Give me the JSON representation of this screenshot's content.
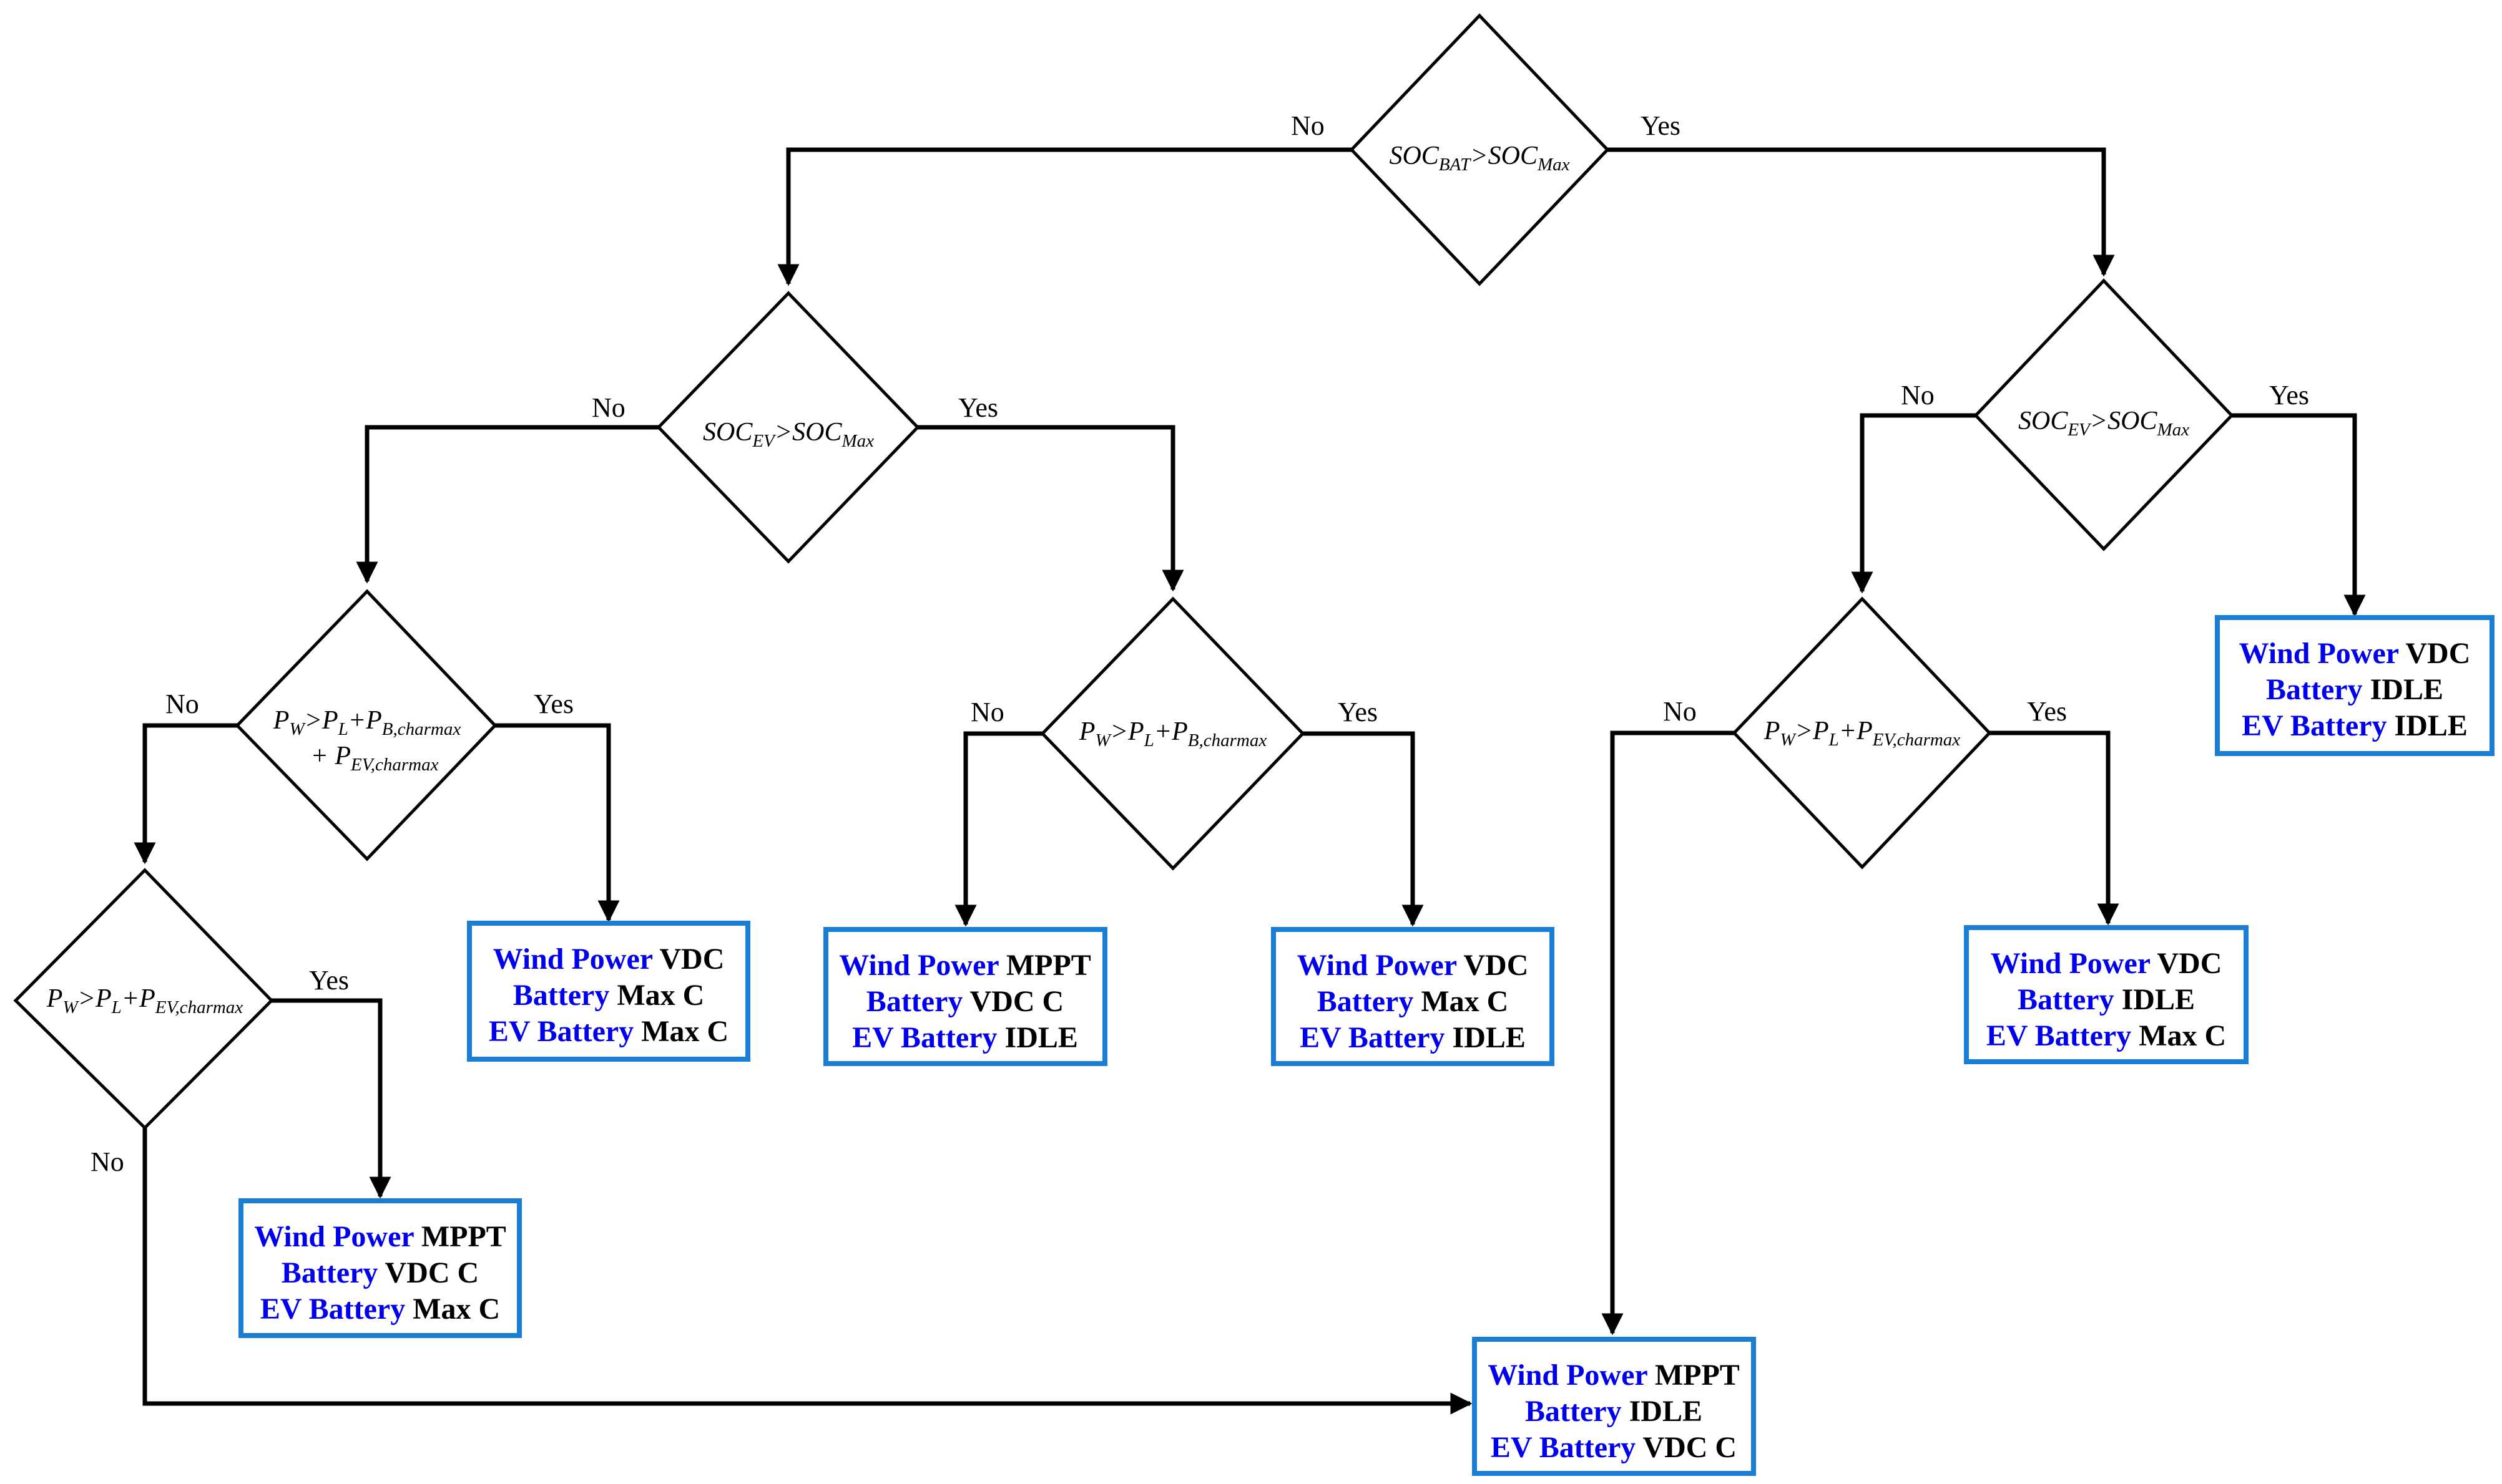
{
  "colors": {
    "key": "#0000ee",
    "value": "#000000",
    "box_border": "#1a7fd4",
    "line": "#000000"
  },
  "labels": {
    "no": "No",
    "yes": "Yes"
  },
  "decisions": {
    "d1": {
      "left": "SOC",
      "left_sub": "BAT",
      "op": ">",
      "right": "SOC",
      "right_sub": "Max"
    },
    "d2": {
      "left": "SOC",
      "left_sub": "EV",
      "op": ">",
      "right": "SOC",
      "right_sub": "Max"
    },
    "d3": {
      "left": "SOC",
      "left_sub": "EV",
      "op": ">",
      "right": "SOC",
      "right_sub": "Max"
    },
    "d4": {
      "p1": "P",
      "p1_sub": "W",
      "op": ">",
      "p2": "P",
      "p2_sub": "L",
      "plus": "+",
      "p3": "P",
      "p3_sub": "B,charmax",
      "line2_plus": "+ ",
      "p4": "P",
      "p4_sub": "EV,charmax"
    },
    "d5": {
      "p1": "P",
      "p1_sub": "W",
      "op": ">",
      "p2": "P",
      "p2_sub": "L",
      "plus": "+",
      "p3": "P",
      "p3_sub": "B,charmax"
    },
    "d6": {
      "p1": "P",
      "p1_sub": "W",
      "op": ">",
      "p2": "P",
      "p2_sub": "L",
      "plus": "+",
      "p3": "P",
      "p3_sub": "EV,charmax"
    },
    "d7": {
      "p1": "P",
      "p1_sub": "W",
      "op": ">",
      "p2": "P",
      "p2_sub": "L",
      "plus": "+",
      "p3": "P",
      "p3_sub": "EV,charmax"
    }
  },
  "outcomes": {
    "o1": {
      "wind_label": "Wind Power",
      "wind_mode": "VDC",
      "battery_label": "Battery",
      "battery_mode": "IDLE",
      "ev_label": "EV Battery",
      "ev_mode": "IDLE"
    },
    "o2": {
      "wind_label": "Wind Power",
      "wind_mode": "VDC",
      "battery_label": "Battery",
      "battery_mode": "Max C",
      "ev_label": "EV Battery",
      "ev_mode": "Max C"
    },
    "o3": {
      "wind_label": "Wind Power",
      "wind_mode": "MPPT",
      "battery_label": "Battery",
      "battery_mode": "VDC C",
      "ev_label": "EV Battery",
      "ev_mode": "IDLE"
    },
    "o4": {
      "wind_label": "Wind Power",
      "wind_mode": "VDC",
      "battery_label": "Battery",
      "battery_mode": "Max C",
      "ev_label": "EV Battery",
      "ev_mode": "IDLE"
    },
    "o5": {
      "wind_label": "Wind Power",
      "wind_mode": "VDC",
      "battery_label": "Battery",
      "battery_mode": "IDLE",
      "ev_label": "EV Battery",
      "ev_mode": "Max C"
    },
    "o6": {
      "wind_label": "Wind Power",
      "wind_mode": "MPPT",
      "battery_label": "Battery",
      "battery_mode": "VDC C",
      "ev_label": "EV Battery",
      "ev_mode": "Max C"
    },
    "o7": {
      "wind_label": "Wind Power",
      "wind_mode": "MPPT",
      "battery_label": "Battery",
      "battery_mode": "IDLE",
      "ev_label": "EV Battery",
      "ev_mode": "VDC C"
    }
  }
}
